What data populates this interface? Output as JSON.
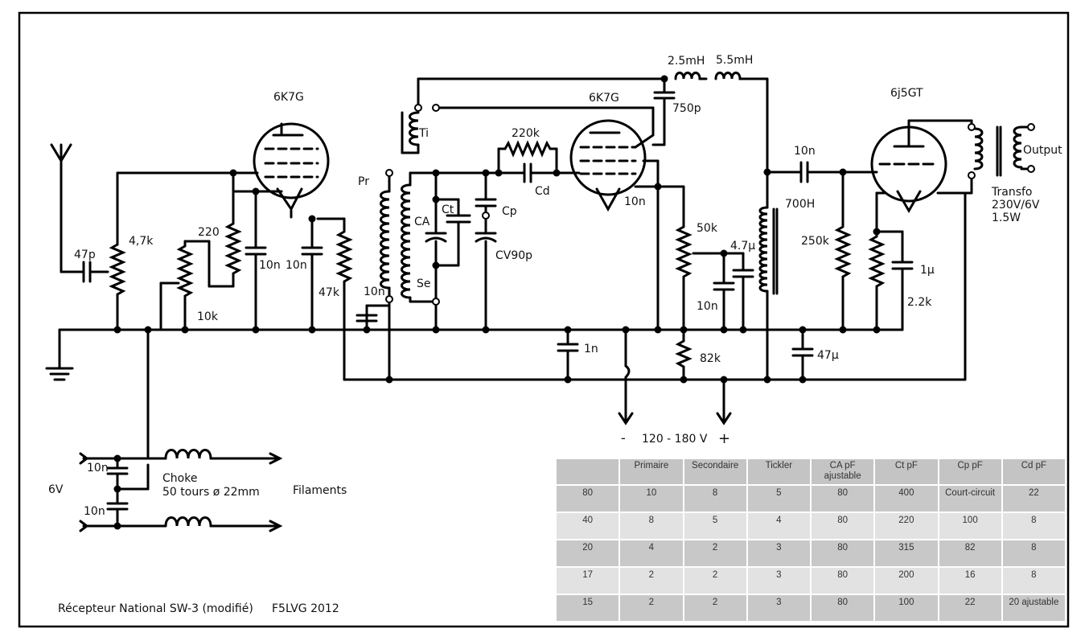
{
  "labels": {
    "tube1": "6K7G",
    "tube2": "6K7G",
    "tube3": "6j5GT",
    "r_4k7": "4,7k",
    "c_47p": "47p",
    "r_220": "220",
    "r_10k": "10k",
    "c_10n_a": "10n",
    "c_10n_b": "10n",
    "r_47k": "47k",
    "pr": "Pr",
    "c_10n_c": "10n",
    "ti": "Ti",
    "ca": "CA",
    "ct": "Ct",
    "se": "Se",
    "cp": "Cp",
    "cv90": "CV90p",
    "r_220k": "220k",
    "cd": "Cd",
    "r_10n_d": "10n",
    "l_25": "2.5mH",
    "l_55": "5.5mH",
    "c_750p": "750p",
    "r_50k": "50k",
    "c_4u7": "4.7µ",
    "c_10n_e": "10n",
    "l_700h": "700H",
    "c_10n_f": "10n",
    "r_250k": "250k",
    "c_1u": "1µ",
    "r_2k2": "2.2k",
    "output": "Output",
    "transfo": "Transfo",
    "transfo2": "230V/6V",
    "transfo3": "1.5W",
    "c_1n": "1n",
    "r_82k": "82k",
    "c_47u": "47µ",
    "minus": "-",
    "hv": "120 - 180 V",
    "plus": "+",
    "c_10n_g": "10n",
    "c_10n_h": "10n",
    "v6": "6V",
    "choke": "Choke",
    "choke2": "50 tours ø 22mm",
    "filaments": "Filaments",
    "title": "Récepteur National SW-3 (modifié)",
    "author": "F5LVG 2012"
  },
  "coil_table": {
    "headers": [
      "",
      "Primaire",
      "Secondaire",
      "Tickler",
      "CA pF ajustable",
      "Ct pF",
      "Cp pF",
      "Cd pF"
    ],
    "rows": [
      [
        "80",
        "10",
        "8",
        "5",
        "80",
        "400",
        "Court-circuit",
        "22"
      ],
      [
        "40",
        "8",
        "5",
        "4",
        "80",
        "220",
        "100",
        "8"
      ],
      [
        "20",
        "4",
        "2",
        "3",
        "80",
        "315",
        "82",
        "8"
      ],
      [
        "17",
        "2",
        "2",
        "3",
        "80",
        "200",
        "16",
        "8"
      ],
      [
        "15",
        "2",
        "2",
        "3",
        "80",
        "100",
        "22",
        "20 ajustable"
      ]
    ]
  }
}
